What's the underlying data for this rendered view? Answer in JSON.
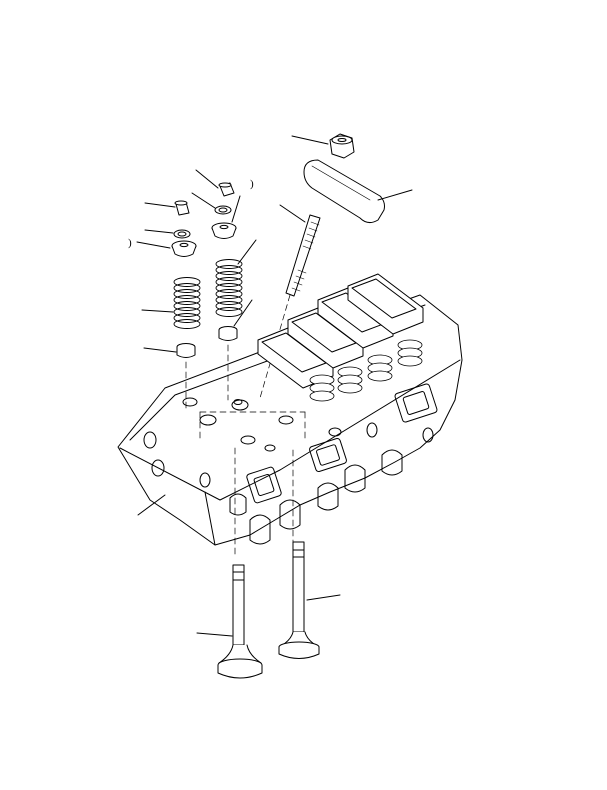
{
  "diagram": {
    "kind": "exploded parts view",
    "stroke_color": "#000000",
    "background": "#ffffff",
    "callout_marks": [
      ")",
      ")"
    ]
  },
  "parts": [
    {
      "name": "rocker-nut"
    },
    {
      "name": "rocker-arm"
    },
    {
      "name": "rocker-stud"
    },
    {
      "name": "valve-keeper"
    },
    {
      "name": "valve-keeper-2"
    },
    {
      "name": "seal-ring"
    },
    {
      "name": "seal-ring-2"
    },
    {
      "name": "spring-retainer"
    },
    {
      "name": "spring-retainer-2"
    },
    {
      "name": "valve-spring"
    },
    {
      "name": "valve-spring-2"
    },
    {
      "name": "valve-stem-seal"
    },
    {
      "name": "valve-stem-seal-2"
    },
    {
      "name": "cylinder-head"
    },
    {
      "name": "intake-valve"
    },
    {
      "name": "exhaust-valve"
    }
  ]
}
